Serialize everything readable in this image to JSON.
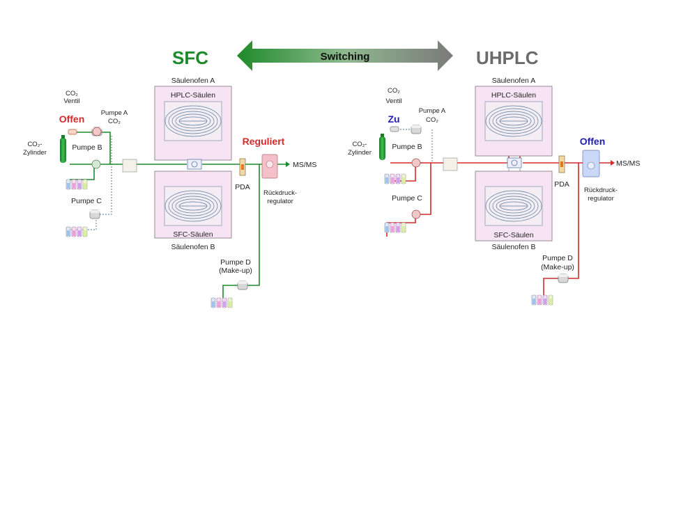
{
  "header": {
    "left_title": "SFC",
    "center_label": "Switching",
    "right_title": "UHPLC"
  },
  "colors": {
    "sfc_green": "#1d8a2a",
    "uhplc_gray": "#6b6b6b",
    "offen_red": "#d42a2a",
    "zu_blue": "#2020b0",
    "offen_blue": "#2020b0",
    "reguliert_red": "#d42a2a"
  },
  "left": {
    "co2_valve_line1": "CO₂",
    "co2_valve_line2": "Ventil",
    "valve_status": "Offen",
    "pump_a_line1": "Pumpe A",
    "pump_a_line2": "CO₂",
    "cylinder_line1": "CO₂-",
    "cylinder_line2": "Zylinder",
    "pump_b": "Pumpe B",
    "pump_c": "Pumpe C",
    "oven_a": "Säulenofen A",
    "hplc_columns": "HPLC-Säulen",
    "sfc_columns": "SFC-Säulen",
    "oven_b": "Säulenofen B",
    "pda": "PDA",
    "bpr_status": "Reguliert",
    "bpr_line1": "Rückdruck-",
    "bpr_line2": "regulator",
    "msms": "MS/MS",
    "pump_d_line1": "Pumpe D",
    "pump_d_line2": "(Make-up)"
  },
  "right": {
    "co2_valve_line1": "CO₂",
    "co2_valve_line2": "Ventil",
    "valve_status": "Zu",
    "pump_a_line1": "Pumpe A",
    "pump_a_line2": "CO₂",
    "cylinder_line1": "CO₂-",
    "cylinder_line2": "Zylinder",
    "pump_b": "Pumpe B",
    "pump_c": "Pumpe C",
    "oven_a": "Säulenofen A",
    "hplc_columns": "HPLC-Säulen",
    "sfc_columns": "SFC-Säulen",
    "oven_b": "Säulenofen B",
    "pda": "PDA",
    "bpr_status": "Offen",
    "bpr_line1": "Rückdruck-",
    "bpr_line2": "regulator",
    "msms": "MS/MS",
    "pump_d_line1": "Pumpe D",
    "pump_d_line2": "(Make-up)"
  }
}
